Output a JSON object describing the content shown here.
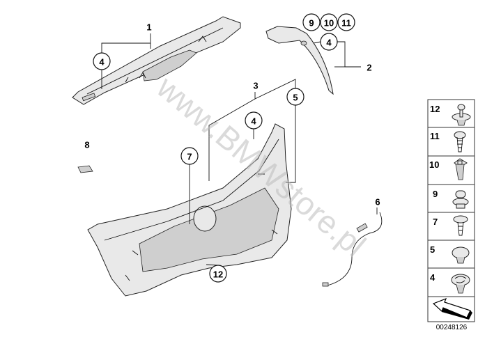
{
  "diagram": {
    "watermark": "www.BMWstore.pl",
    "part_labels": {
      "p1": "1",
      "p2": "2",
      "p3": "3",
      "p6": "6",
      "p8": "8"
    },
    "callouts": {
      "c4a": "4",
      "c9": "9",
      "c10": "10",
      "c11": "11",
      "c4b": "4",
      "c5": "5",
      "c4c": "4",
      "c7": "7",
      "c12": "12"
    },
    "legend": [
      {
        "num": "12",
        "icon": "push-rivet-icon"
      },
      {
        "num": "11",
        "icon": "screw-icon"
      },
      {
        "num": "10",
        "icon": "clip-nut-icon"
      },
      {
        "num": "9",
        "icon": "plug-icon"
      },
      {
        "num": "7",
        "icon": "flange-screw-icon"
      },
      {
        "num": "5",
        "icon": "expanding-rivet-icon"
      },
      {
        "num": "4",
        "icon": "clip-icon"
      }
    ],
    "diagram_code": "00248126"
  }
}
